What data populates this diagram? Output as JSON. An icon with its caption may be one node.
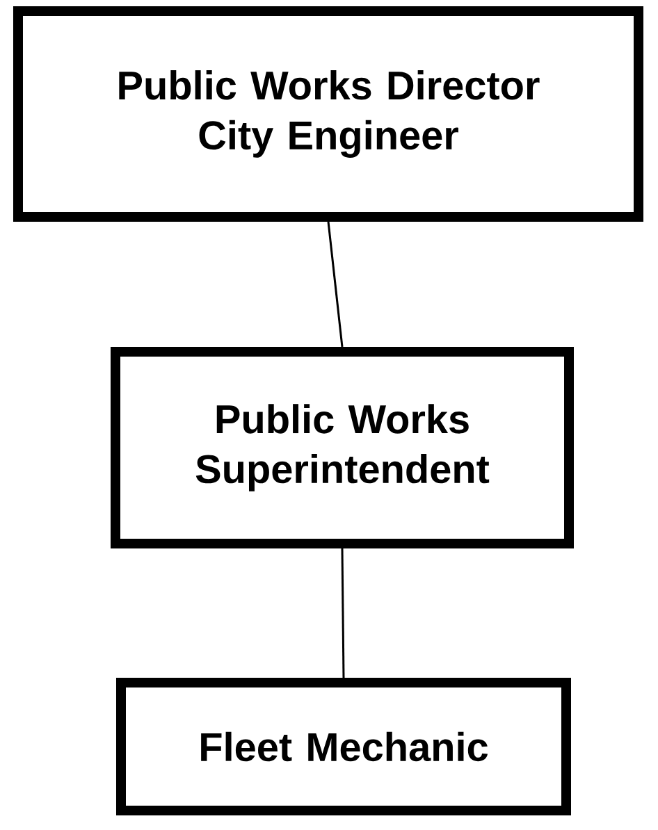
{
  "diagram": {
    "nodes": [
      {
        "text": [
          "Public Works Director",
          "City Engineer"
        ]
      },
      {
        "text": [
          "Public Works Superintendent"
        ]
      },
      {
        "text": [
          "Fleet Mechanic"
        ]
      }
    ],
    "edges": [
      {
        "from": 0,
        "to": 1,
        "arrow": "none"
      },
      {
        "from": 1,
        "to": 2,
        "arrow": "none"
      }
    ]
  }
}
